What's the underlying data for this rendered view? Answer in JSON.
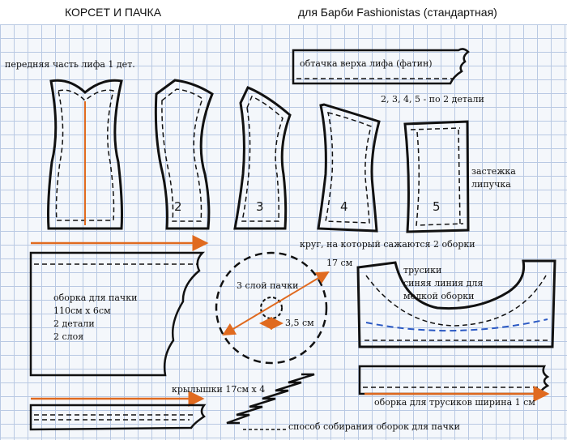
{
  "header": {
    "title": "КОРСЕТ И ПАЧКА",
    "subtitle": "для Барби Fashionistas (стандартная)"
  },
  "labels": {
    "front_bodice": "передняя часть лифа 1 дет.",
    "bodice_facing": "обтачка верха лифа (фатин)",
    "two_pieces_note": "2, 3, 4, 5 - по 2 детали",
    "closure_lines": [
      "застежка",
      "липучка"
    ],
    "circle_title": "круг, на который сажаются 2 оборки",
    "circle_diameter": "17 см",
    "circle_layer": "3 слой пачки",
    "inner_diameter": "3,5 см",
    "panties_lines": [
      "трусики",
      "синяя линия для",
      "мелкой оборки"
    ],
    "skirt_ruffle_lines": [
      "оборка для пачки",
      "110см х 6см",
      "2 детали",
      "2 слоя"
    ],
    "wings": "крылышки 17см х 4",
    "panties_ruffle": "оборка для трусиков  ширина 1 см",
    "gathering_method": "способ собирания оборок для пачки"
  },
  "piece_numbers": [
    "2",
    "3",
    "4",
    "5"
  ],
  "colors": {
    "outline": "#111111",
    "grain_arrow": "#e06a1f",
    "blue_line": "#2b59c3",
    "grid": "#b9c9e3"
  }
}
